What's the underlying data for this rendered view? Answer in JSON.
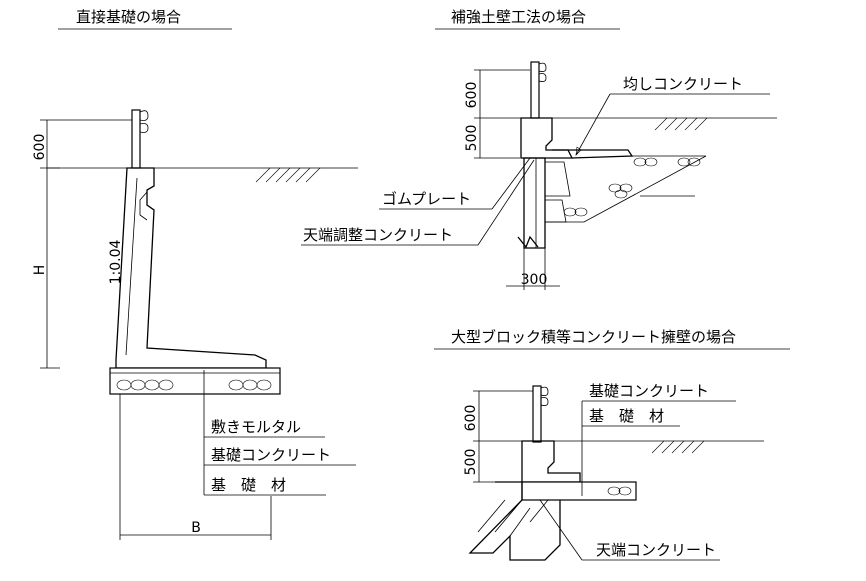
{
  "titles": {
    "direct": "直接基礎の場合",
    "reinforced": "補強土壁工法の場合",
    "block": "大型ブロック積等コンクリート擁壁の場合"
  },
  "direct": {
    "dim_600": "600",
    "dim_H": "H",
    "slope": "1:0.04",
    "dim_B": "B",
    "labels": [
      "敷きモルタル",
      "基礎コンクリート",
      "基　礎　材"
    ]
  },
  "reinforced": {
    "dim_600": "600",
    "dim_500": "500",
    "dim_300": "300",
    "label_leveling": "均しコンクリート",
    "label_rubber": "ゴムプレート",
    "label_top_adjust": "天端調整コンクリート"
  },
  "block": {
    "dim_600": "600",
    "dim_500": "500",
    "label_foundation_concrete": "基礎コンクリート",
    "label_foundation_material": "基　礎　材",
    "label_top_concrete": "天端コンクリート"
  }
}
